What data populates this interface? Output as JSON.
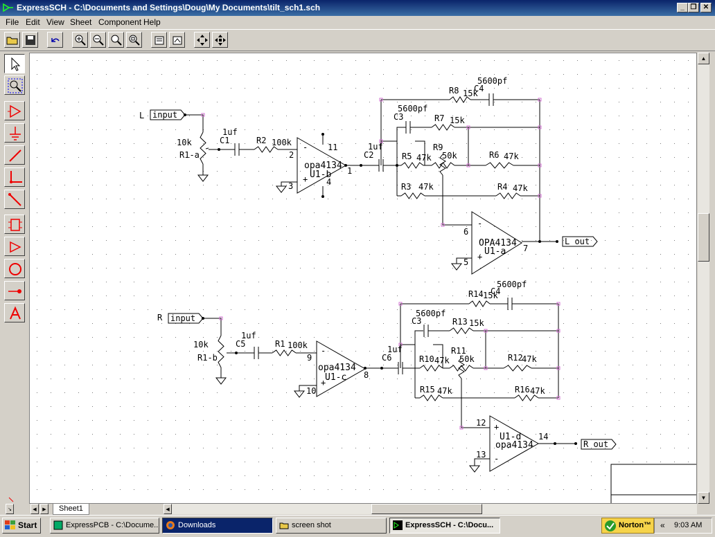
{
  "window": {
    "title": "ExpressSCH - C:\\Documents and Settings\\Doug\\My Documents\\tilt_sch1.sch"
  },
  "menu": [
    "File",
    "Edit",
    "View",
    "Sheet",
    "Component",
    "Help"
  ],
  "sheet_tab": "Sheet1",
  "schematic": {
    "labels": {
      "L": "L",
      "R": "R",
      "input": "input",
      "L_out": "L out",
      "R_out": "R out",
      "10k": "10k",
      "1uf": "1uf",
      "5600pf": "5600pf",
      "100k": "100k",
      "47k": "47k",
      "50k": "50k",
      "15k": "15k",
      "R1a": "R1-a",
      "R1b": "R1-b",
      "C1": "C1",
      "C2": "C2",
      "C3": "C3",
      "C4": "C4",
      "C5": "C5",
      "C6": "C6",
      "R2": "R2",
      "R3": "R3",
      "R4": "R4",
      "R5": "R5",
      "R6": "R6",
      "R7": "R7",
      "R8": "R8",
      "R9": "R9",
      "R10": "R10",
      "R11": "R11",
      "R12": "R12",
      "R13": "R13",
      "R14": "R14",
      "R15": "R15",
      "R16": "R16",
      "R1": "R1",
      "opa_lower": "opa4134",
      "opa_upper": "OPA4134",
      "U1a": "U1-a",
      "U1b": "U1-b",
      "U1c": "U1-c",
      "U1d": "U1-d",
      "p1": "1",
      "p2": "2",
      "p3": "3",
      "p4": "4",
      "p5": "5",
      "p6": "6",
      "p7": "7",
      "p8": "8",
      "p9": "9",
      "p10": "10",
      "p11": "11",
      "p12": "12",
      "p13": "13",
      "p14": "14",
      "minus": "-",
      "plus": "+"
    }
  },
  "taskbar": {
    "start": "Start",
    "tasks": [
      "ExpressPCB - C:\\Docume...",
      "Downloads",
      "screen shot",
      "ExpressSCH - C:\\Docu..."
    ],
    "norton": "Norton™",
    "chevron": "«",
    "clock": "9:03 AM"
  }
}
